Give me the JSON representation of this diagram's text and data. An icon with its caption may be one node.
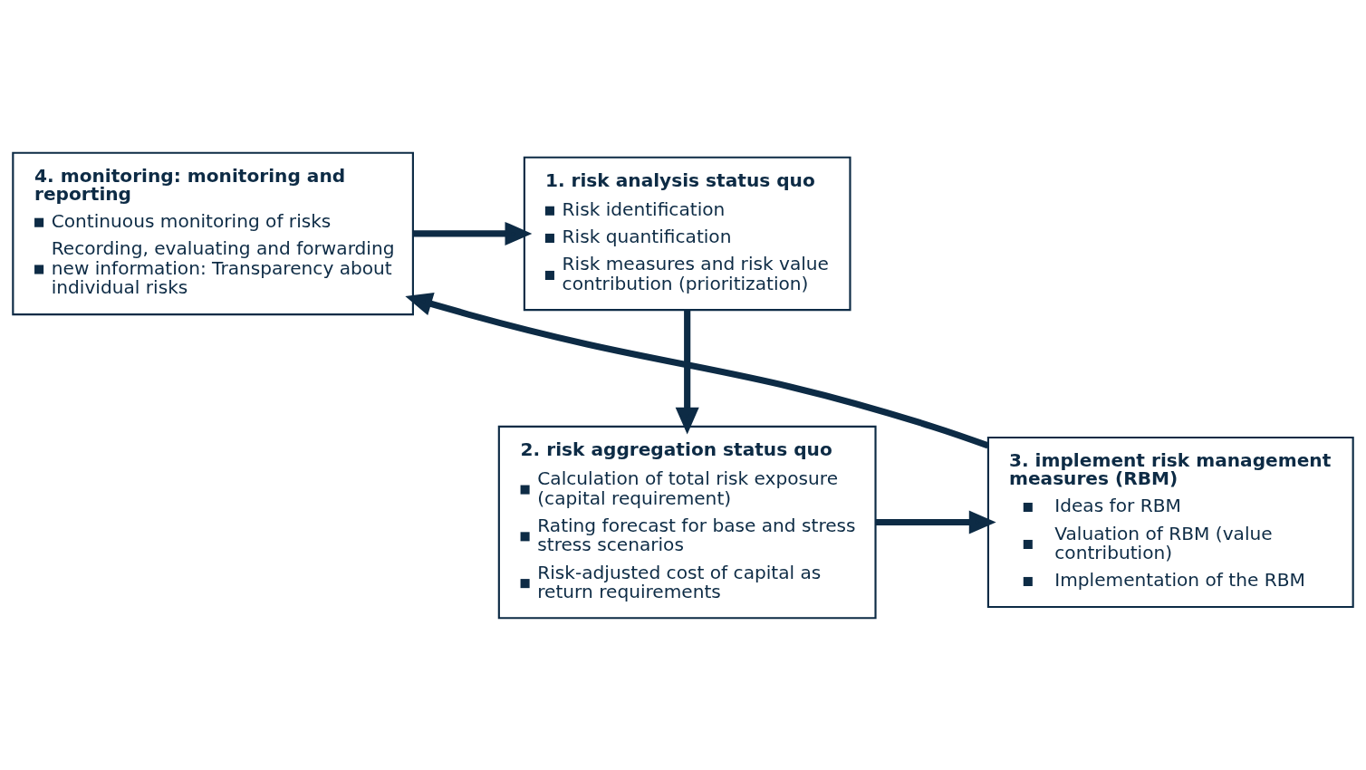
{
  "diagram": {
    "nodes": [
      {
        "text": [
          "4. monitoring: monitoring and reporting",
          "Continuous monitoring of risks",
          "Recording, evaluating and forwarding new information: Transparency about individual risks"
        ]
      },
      {
        "text": [
          "1. risk analysis status quo",
          "Risk identification",
          "Risk quantification",
          "Risk measures and risk value contribution (prioritization)"
        ]
      },
      {
        "text": [
          "3. implement risk management measures (RBM)",
          "Ideas for RBM",
          "Valuation of RBM (value contribution)",
          "Implementation of the RBM"
        ]
      },
      {
        "text": [
          "2. risk aggregation status quo",
          "Calculation of total risk exposure (capital requirement)",
          "Rating forecast for base and stress stress scenarios",
          "Risk-adjusted cost of capital as return requirements"
        ]
      }
    ],
    "edges": [
      {
        "from": 0,
        "to": 1,
        "arrow": "to"
      },
      {
        "from": 1,
        "to": 3,
        "arrow": "to"
      },
      {
        "from": 3,
        "to": 2,
        "arrow": "to"
      },
      {
        "from": 2,
        "to": 0,
        "arrow": "to"
      }
    ]
  }
}
